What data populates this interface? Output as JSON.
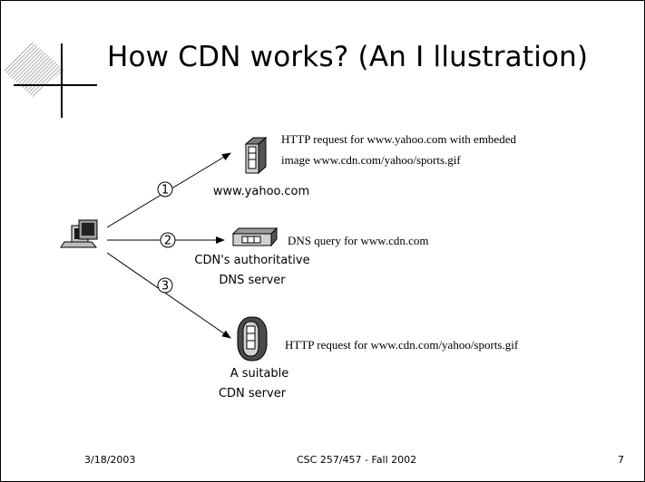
{
  "slide": {
    "title": "How CDN works? (An I llustration)",
    "footer": {
      "date": "3/18/2003",
      "course": "CSC 257/457 - Fall 2002",
      "page_number": "7"
    }
  },
  "diagram": {
    "client": {
      "icon": "computer-icon"
    },
    "steps": [
      {
        "number": "1",
        "server_icon": "tower-server-icon",
        "server_label_lines": [
          "www.yahoo.com"
        ],
        "description_lines": [
          "HTTP request for www.yahoo.com with embeded",
          "image www.cdn.com/yahoo/sports.gif"
        ]
      },
      {
        "number": "2",
        "server_icon": "rack-server-icon",
        "server_label_lines": [
          "CDN's authoritative",
          "DNS server"
        ],
        "description_lines": [
          "DNS query for www.cdn.com"
        ]
      },
      {
        "number": "3",
        "server_icon": "tower-server-icon",
        "server_label_lines": [
          "A suitable",
          "CDN server"
        ],
        "description_lines": [
          "HTTP request for www.cdn.com/yahoo/sports.gif"
        ]
      }
    ]
  }
}
